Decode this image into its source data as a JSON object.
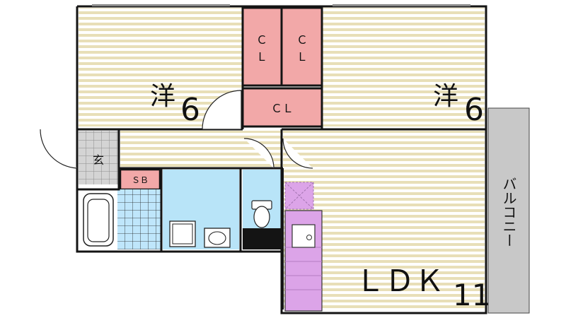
{
  "rooms": {
    "western_left": {
      "label": "洋",
      "size": "6"
    },
    "western_right": {
      "label": "洋",
      "size": "6"
    },
    "ldk": {
      "label": "ＬＤＫ",
      "size": "11"
    },
    "closet_a": {
      "label_top": "Ｃ",
      "label_bottom": "Ｌ"
    },
    "closet_b": {
      "label_top": "Ｃ",
      "label_bottom": "Ｌ"
    },
    "closet_c": {
      "label": "ＣＬ"
    },
    "entrance": {
      "label": "玄"
    },
    "shoe_box": {
      "label": "ＳＢ"
    },
    "balcony": {
      "label": "バルコニー"
    }
  },
  "colors": {
    "wall": "#141414",
    "floor_stripe": "#e8dfb8",
    "floor_base": "#ffffff",
    "closet": "#f2a8a8",
    "wet_area": "#b8e4f8",
    "tile": "#bfe6fb",
    "kitchen": "#dca4e8",
    "balcony": "#c8c8c8",
    "entrance": "#c2c2c2",
    "shoe_box": "#f2a8a8"
  }
}
